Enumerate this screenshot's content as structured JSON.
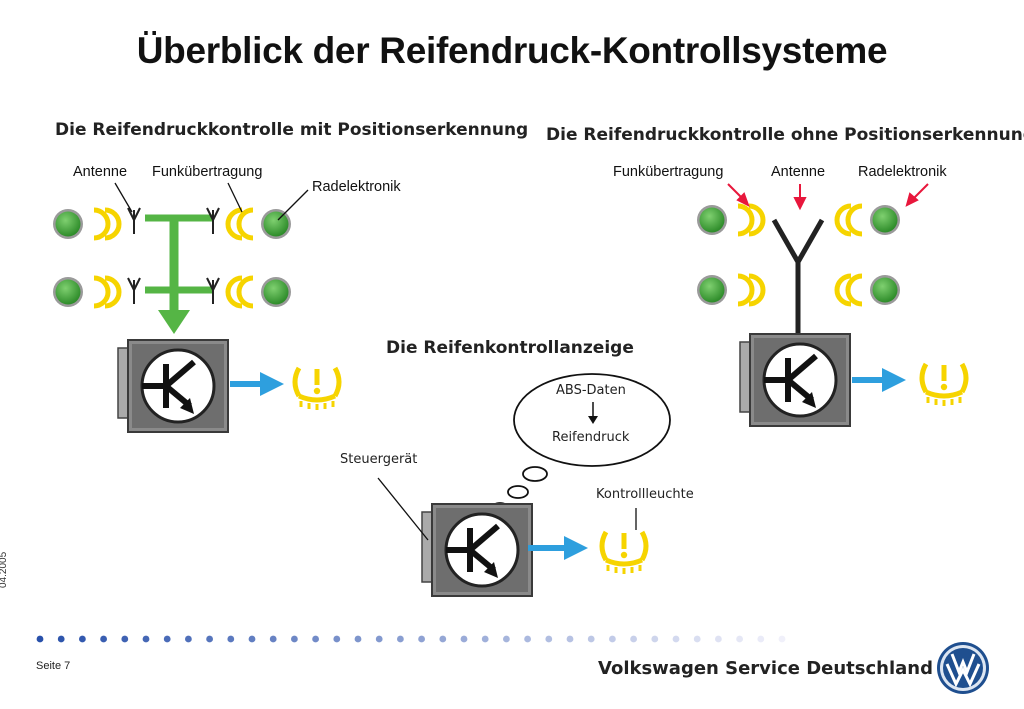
{
  "title": "Überblick der Reifendruck-Kontrollsysteme",
  "left_system": {
    "heading": "Die Reifendruckkontrolle mit Positionserkennung",
    "labels": {
      "antenna": "Antenne",
      "radio": "Funkübertragung",
      "wheel_electronics": "Radelektronik"
    }
  },
  "right_system": {
    "heading": "Die Reifendruckkontrolle ohne Positionserkennung",
    "labels": {
      "radio": "Funkübertragung",
      "antenna": "Antenne",
      "wheel_electronics": "Radelektronik"
    }
  },
  "display_system": {
    "heading": "Die Reifenkontrollanzeige",
    "thought_line1": "ABS-Daten",
    "thought_line2": "Reifendruck",
    "control_unit": "Steuergerät",
    "warning_lamp": "Kontrollleuchte"
  },
  "footer": {
    "date": "04.2005",
    "page": "Seite 7",
    "brand": "Volkswagen Service Deutschland"
  },
  "colors": {
    "green": "#55b545",
    "yellow": "#f6d400",
    "blue": "#2e9fde",
    "red": "#e8173c",
    "gray": "#8a8a8a"
  },
  "icons": [
    "wheel-sensor-icon",
    "antenna-icon",
    "control-unit-icon",
    "tire-pressure-warning-icon",
    "vw-logo-icon"
  ]
}
